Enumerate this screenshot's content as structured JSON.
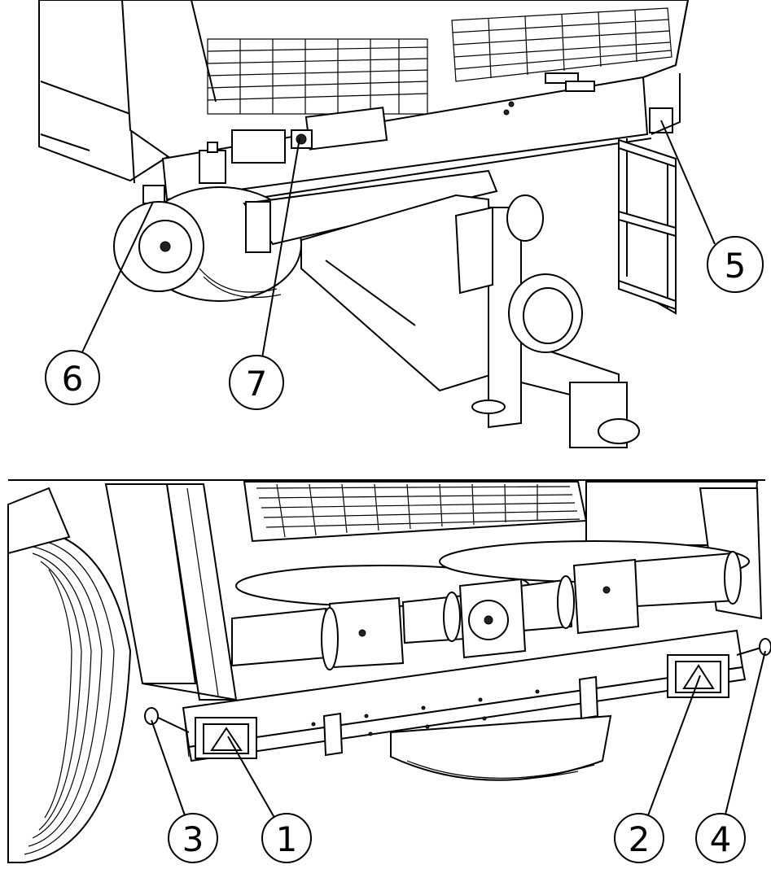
{
  "figure": {
    "top_view": {
      "callouts": [
        {
          "id": "5",
          "label": "5"
        },
        {
          "id": "6",
          "label": "6"
        },
        {
          "id": "7",
          "label": "7"
        }
      ]
    },
    "bottom_view": {
      "callouts": [
        {
          "id": "1",
          "label": "1"
        },
        {
          "id": "2",
          "label": "2"
        },
        {
          "id": "3",
          "label": "3"
        },
        {
          "id": "4",
          "label": "4"
        }
      ]
    }
  },
  "colors": {
    "ink": "#000000",
    "paper": "#ffffff"
  }
}
